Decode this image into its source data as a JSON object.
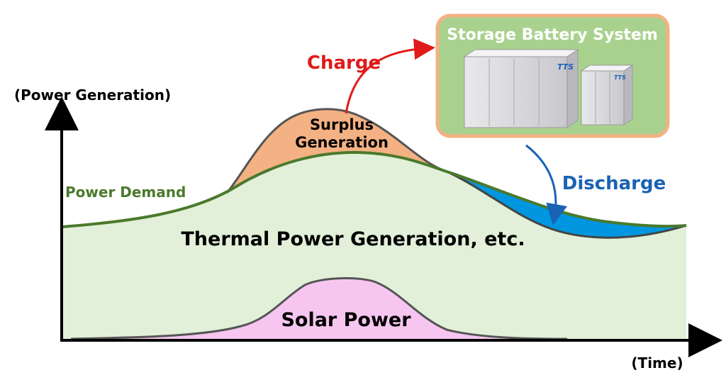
{
  "axes": {
    "y_label": "(Power Generation)",
    "x_label": "(Time)"
  },
  "labels": {
    "power_demand": "Power Demand",
    "thermal": "Thermal Power Generation, etc.",
    "solar": "Solar Power",
    "surplus_line1": "Surplus",
    "surplus_line2": "Generation",
    "charge": "Charge",
    "discharge": "Discharge"
  },
  "battery": {
    "title": "Storage Battery System",
    "brand": "TTS"
  },
  "colors": {
    "demand_line": "#4a7a2c",
    "thermal_fill": "#e2f0d9",
    "solar_fill": "#f6c6f0",
    "surplus_fill": "#f4b183",
    "discharge_fill": "#0096e0",
    "charge_arrow": "#e01a1a",
    "discharge_arrow": "#1a62b4",
    "battery_panel": "#a9d18e",
    "battery_border": "#f4b183"
  },
  "icons": {
    "charge_arrow": "curved-arrow-right",
    "discharge_arrow": "curved-arrow-down",
    "battery": "battery-cabinet"
  }
}
